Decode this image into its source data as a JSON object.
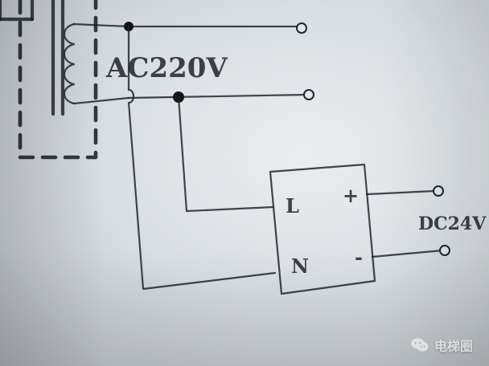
{
  "diagram": {
    "ac_label": "AC220V",
    "dc_label": "DC24V",
    "supply_inputs": {
      "line": "L",
      "neutral": "N"
    },
    "supply_outputs": {
      "positive": "+",
      "negative": "-"
    }
  },
  "watermark": {
    "icon": "wechat-icon",
    "text": "电梯圈"
  },
  "colors": {
    "paper": "#d6dbdf",
    "ink": "#1f2328",
    "watermark_text": "#ffffff"
  }
}
